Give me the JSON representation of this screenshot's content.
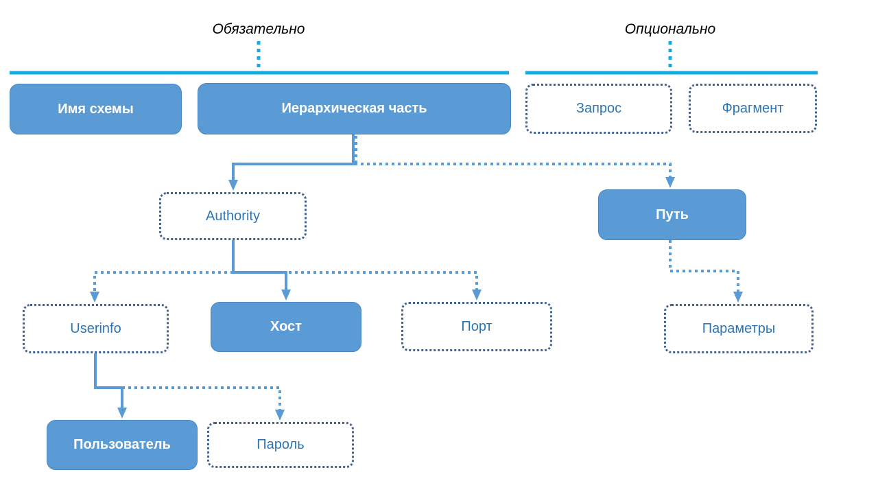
{
  "diagram": {
    "title": "URI structure diagram",
    "section_labels": [
      {
        "id": "mandatory",
        "label": "Обязательно"
      },
      {
        "id": "optional",
        "label": "Опционально"
      }
    ],
    "nodes": [
      {
        "id": "scheme",
        "label": "Имя схемы",
        "style": "solid"
      },
      {
        "id": "hier",
        "label": "Иерархическая часть",
        "style": "solid"
      },
      {
        "id": "query",
        "label": "Запрос",
        "style": "dotted"
      },
      {
        "id": "fragment",
        "label": "Фрагмент",
        "style": "dotted"
      },
      {
        "id": "authority",
        "label": "Authority",
        "style": "dotted"
      },
      {
        "id": "path",
        "label": "Путь",
        "style": "solid"
      },
      {
        "id": "userinfo",
        "label": "Userinfo",
        "style": "dotted"
      },
      {
        "id": "host",
        "label": "Хост",
        "style": "solid"
      },
      {
        "id": "port",
        "label": "Порт",
        "style": "dotted"
      },
      {
        "id": "params",
        "label": "Параметры",
        "style": "dotted"
      },
      {
        "id": "user",
        "label": "Пользователь",
        "style": "solid"
      },
      {
        "id": "password",
        "label": "Пароль",
        "style": "dotted"
      }
    ],
    "edges": [
      {
        "from": "hier",
        "to": "authority",
        "style": "solid"
      },
      {
        "from": "hier",
        "to": "path",
        "style": "dotted"
      },
      {
        "from": "authority",
        "to": "userinfo",
        "style": "dotted"
      },
      {
        "from": "authority",
        "to": "host",
        "style": "solid"
      },
      {
        "from": "authority",
        "to": "port",
        "style": "dotted"
      },
      {
        "from": "path",
        "to": "params",
        "style": "dotted"
      },
      {
        "from": "userinfo",
        "to": "user",
        "style": "solid"
      },
      {
        "from": "userinfo",
        "to": "password",
        "style": "dotted"
      }
    ],
    "colors": {
      "solid_node_fill": "#5B9BD5",
      "solid_node_text": "#FFFFFF",
      "dotted_node_border": "#41618F",
      "dotted_node_text": "#2E75B6",
      "connector": "#5B9BD5",
      "section_rule": "#12ACE2",
      "section_label_text": "#000000"
    }
  }
}
